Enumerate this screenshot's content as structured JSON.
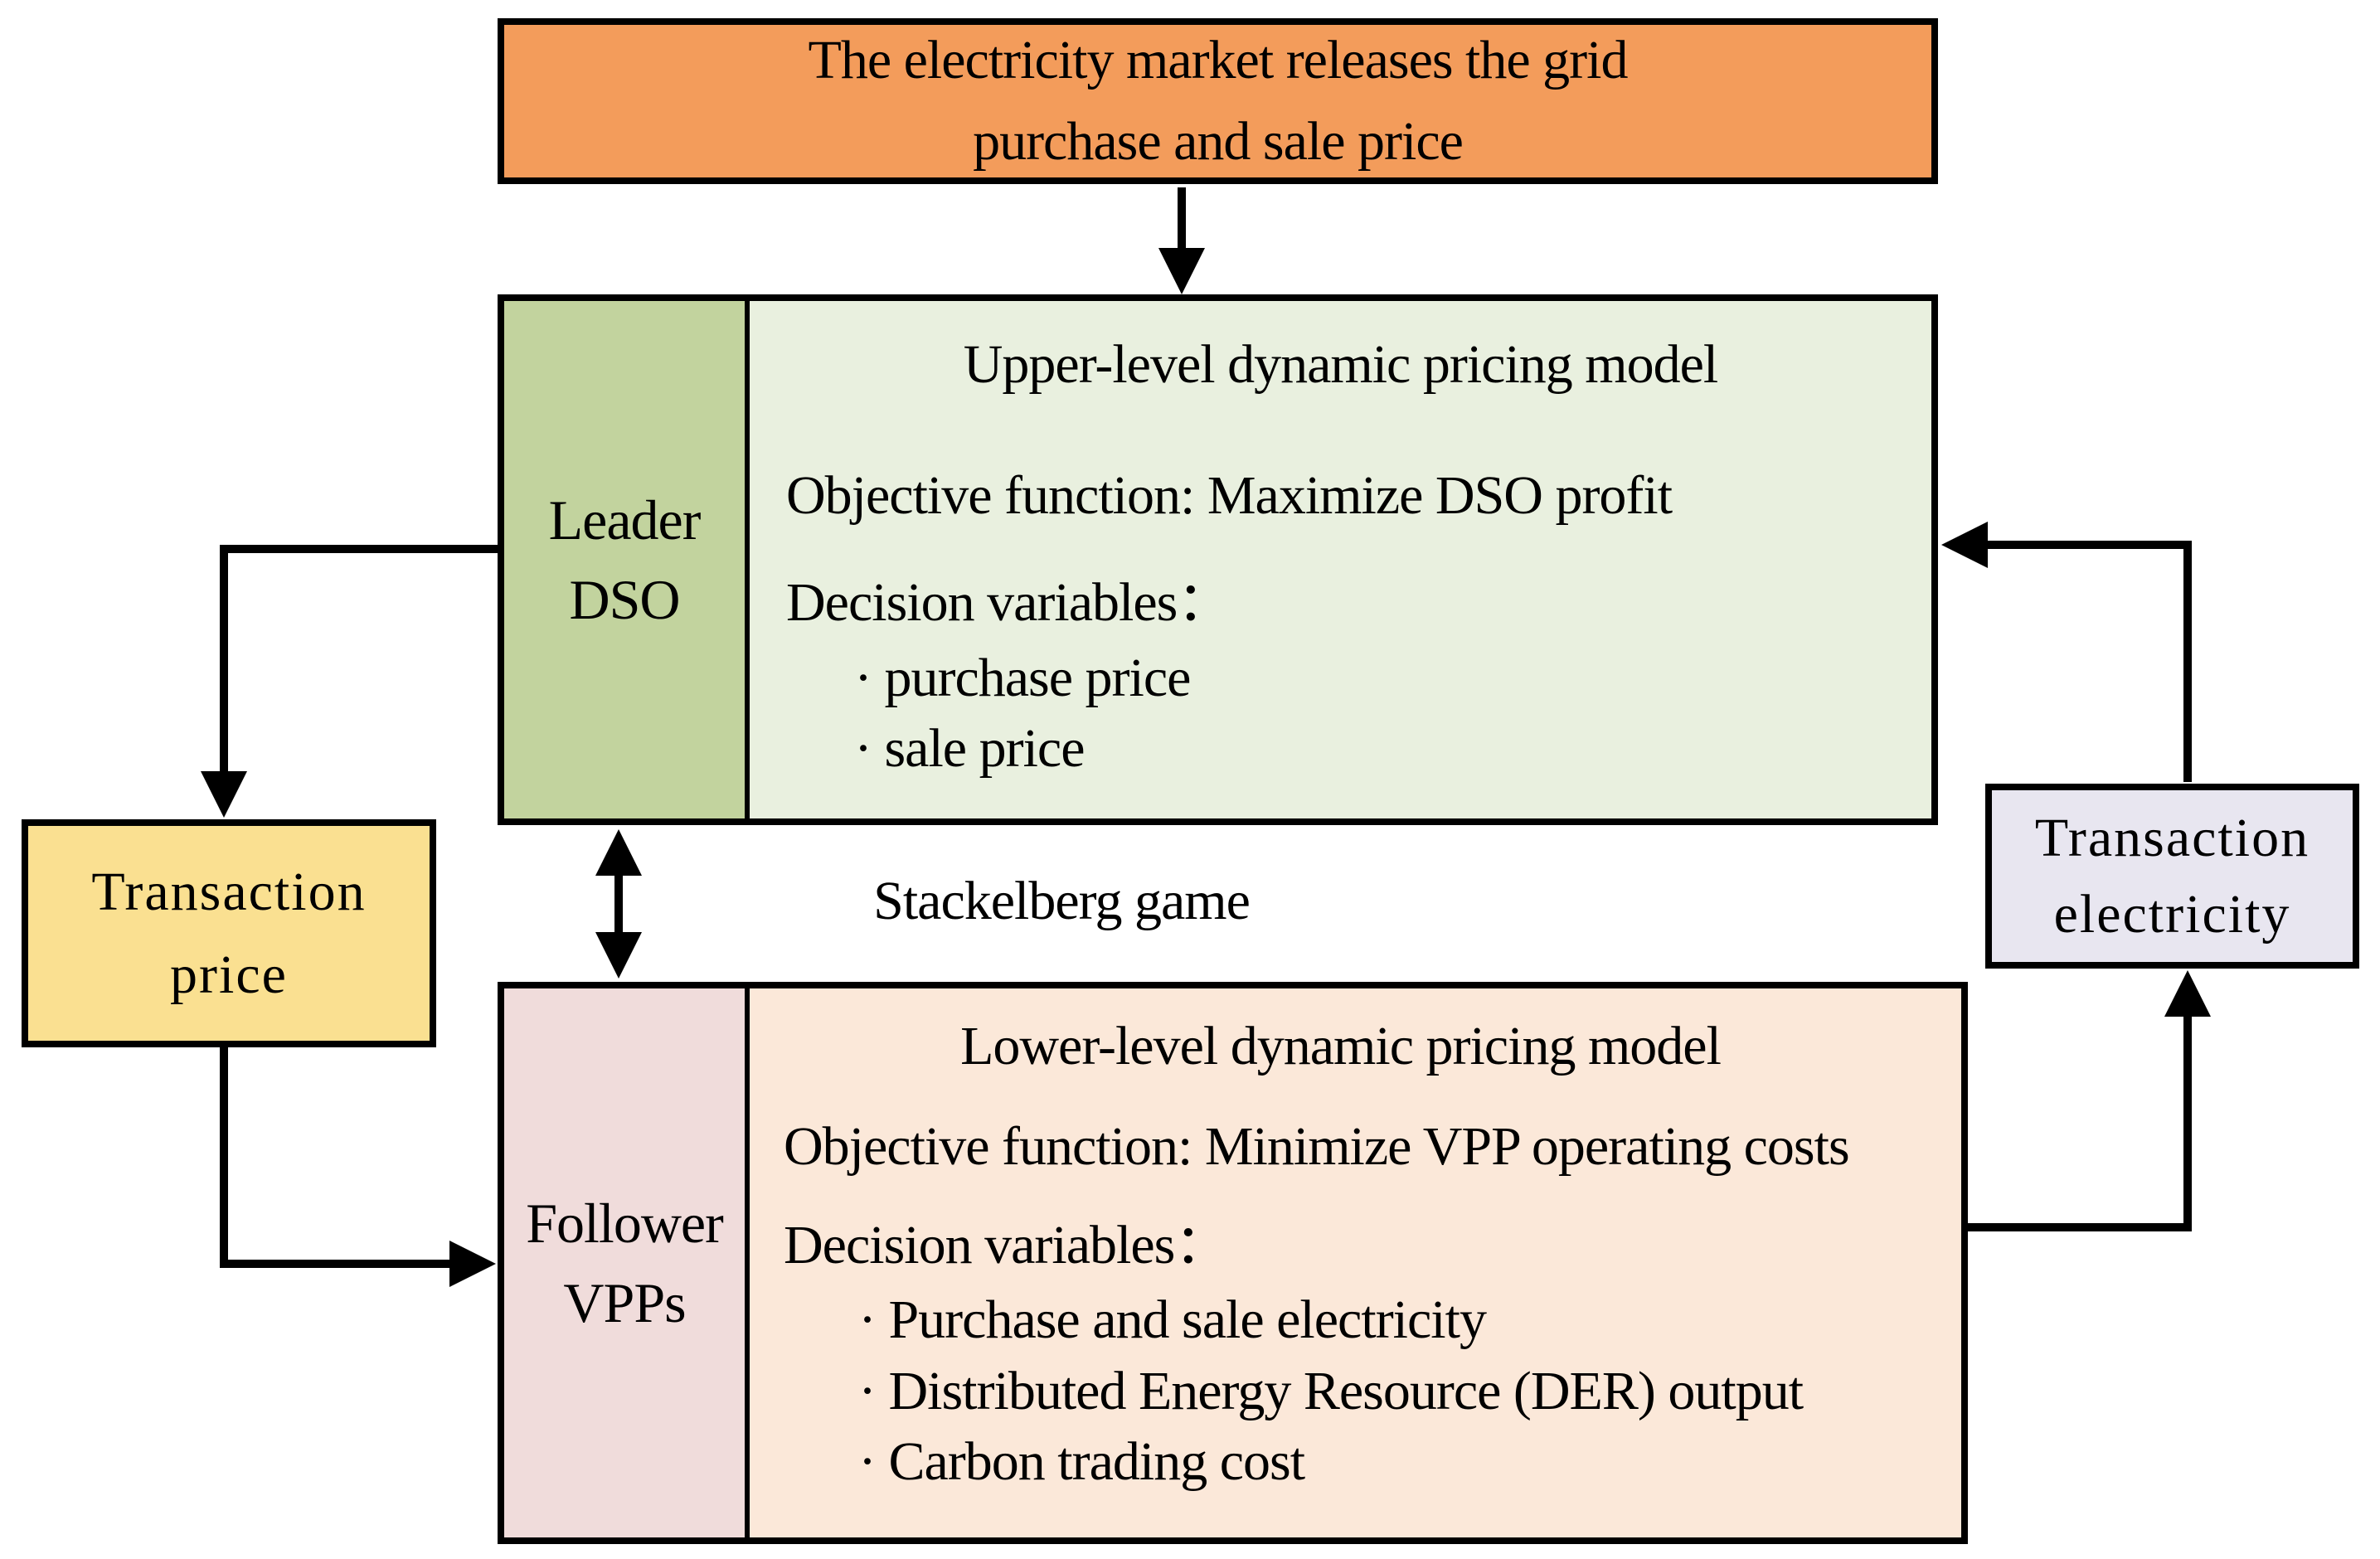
{
  "colors": {
    "market_fill": "#F39C5B",
    "leader_fill": "#C2D39E",
    "upper_fill": "#E9F0DF",
    "follower_fill": "#F0DCDB",
    "lower_fill": "#FBE8D9",
    "price_fill": "#FAE091",
    "electricity_fill": "#E8E6F0",
    "line_color": "#000000"
  },
  "market_box": {
    "line1": "The electricity market releases the grid",
    "line2": "purchase and sale price"
  },
  "upper_box": {
    "leader_line1": "Leader",
    "leader_line2": "DSO",
    "title": "Upper-level dynamic pricing model",
    "objective": "Objective function: Maximize DSO profit",
    "decision_header": "Decision variables：",
    "bullets": [
      "· purchase price",
      "· sale price"
    ]
  },
  "stackelberg_label": "Stackelberg game",
  "lower_box": {
    "follower_line1": "Follower",
    "follower_line2": "VPPs",
    "title": "Lower-level dynamic pricing model",
    "objective": "Objective function: Minimize VPP operating costs",
    "decision_header": "Decision variables：",
    "bullets": [
      "· Purchase and sale electricity",
      "· Distributed Energy Resource (DER) output",
      "· Carbon trading cost"
    ]
  },
  "price_box": {
    "line1": "Transaction",
    "line2": "price"
  },
  "electricity_box": {
    "line1": "Transaction",
    "line2": "electricity"
  }
}
